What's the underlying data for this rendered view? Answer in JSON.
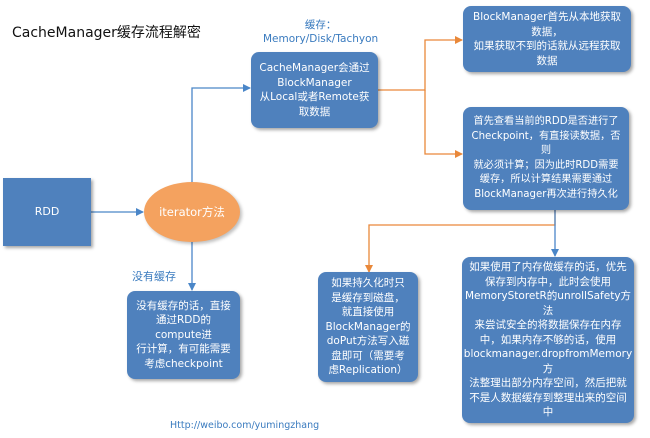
{
  "title": "CacheManager缓存流程解密",
  "labels": {
    "cache_storage": "缓存：\nMemory/Disk/Tachyon",
    "no_cache": "没有缓存",
    "footer": "Http://weibo.com/yumingzhang"
  },
  "nodes": {
    "rdd": "RDD",
    "iterator": "iterator方法",
    "cachemanager": "CacheManager会通过\nBlockManager\n从Local或者Remote获\n取数据",
    "local_first": "BlockManager首先从本地获取\n数据，\n如果获取不到的话就从远程获取\n数据",
    "checkpoint": "首先查看当前的RDD是否进行了\nCheckpoint，有直接读数据，否则\n就必须计算；因为此时RDD需要\n缓存，所以计算结果需要通过\nBlockManager再次进行持久化",
    "compute": "没有缓存的话，直接\n通过RDD的compute进\n行计算，有可能需要\n考虑checkpoint",
    "disk_persist": "如果持久化时只\n是缓存到磁盘，\n就直接使用\nBlockManager的\ndoPut方法写入磁\n盘即可（需要考\n虑Replication）",
    "memory_persist": "如果使用了内存做缓存的话，优先\n保存到内存中，此时会使用\nMemoryStoretR的unrollSafety方法\n来尝试安全的将数据保存在内存\n中，如果内存不够的话，使用\nblockmanager.dropfromMemory方\n法整理出部分内存空间，然后把就\n不是人数据缓存到整理出来的空间\n中"
  },
  "colors": {
    "box": "#4f81bd",
    "oval": "#f4a25f",
    "blue_line": "#4a86c8",
    "orange_line": "#e9883a",
    "label_text": "#3a7bbf"
  }
}
